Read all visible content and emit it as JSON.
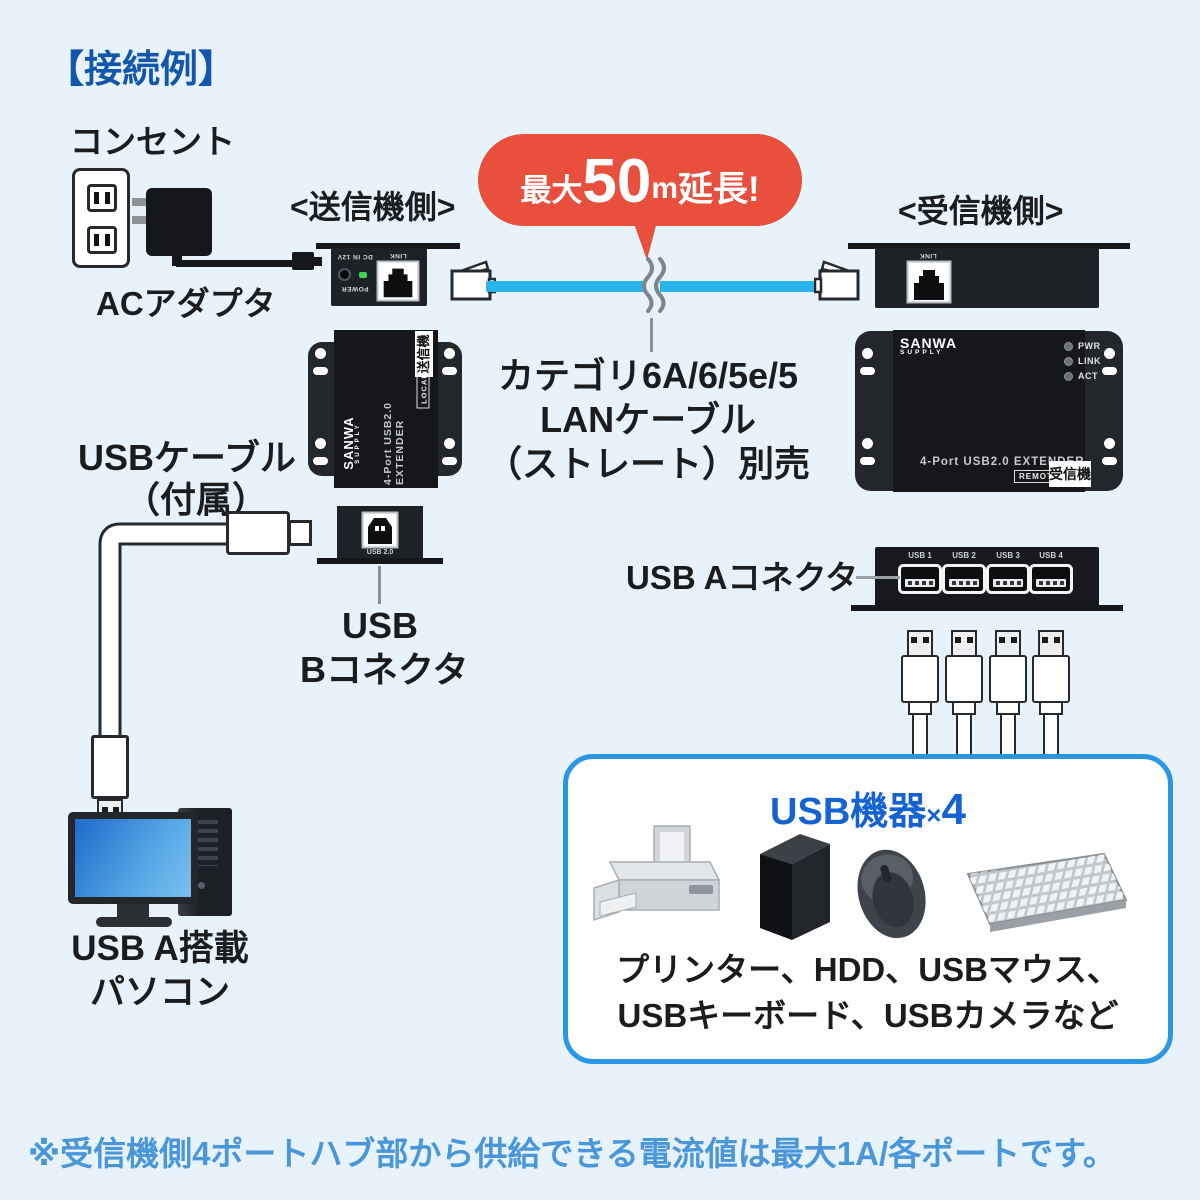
{
  "title": "【接続例】",
  "bubble": {
    "prefix": "最大",
    "value": "50",
    "unit": "m",
    "suffix": "延長!"
  },
  "labels": {
    "outlet": "コンセント",
    "ac_adapter": "ACアダプタ",
    "transmitter_side": "<送信機側>",
    "receiver_side": "<受信機側>",
    "lan_cable": [
      "カテゴリ6A/6/5e/5",
      "LANケーブル",
      "（ストレート）別売"
    ],
    "usb_cable": [
      "USBケーブル",
      "（付属）"
    ],
    "usb_b_connector": [
      "USB",
      "Bコネクタ"
    ],
    "usb_a_connector": "USB Aコネクタ",
    "pc": [
      "USB A搭載",
      "パソコン"
    ],
    "footnote": "※受信機側4ポートハブ部から供給できる電流値は最大1A/各ポートです。"
  },
  "transmitter": {
    "brand": "SANWA",
    "brand_sub": "SUPPLY",
    "model": "4-Port USB2.0 EXTENDER",
    "tag": "送信機",
    "badge": "LOCAL",
    "panel": {
      "dc": "DC IN 12V",
      "power": "POWER",
      "link": "LINK"
    },
    "usb_port_label": "USB 2.0"
  },
  "receiver": {
    "brand": "SANWA",
    "brand_sub": "SUPPLY",
    "model": "4-Port USB2.0 EXTENDER",
    "tag": "受信機",
    "badge": "REMOTE",
    "panel": {
      "link": "LINK"
    },
    "leds": [
      "PWR",
      "LINK",
      "ACT"
    ],
    "ports": [
      "USB 1",
      "USB 2",
      "USB 3",
      "USB 4"
    ]
  },
  "devices_box": {
    "title_main": "USB機器",
    "title_times": "×",
    "title_count": "4",
    "caption": [
      "プリンター、HDD、USBマウス、",
      "USBキーボード、USBカメラなど"
    ]
  },
  "colors": {
    "background": "#e7f2fa",
    "accent_blue": "#1456ac",
    "title_blue": "#1563d2",
    "note_blue": "#4a96da",
    "bubble_red": "#e84f3c",
    "cable_cyan": "#2ab4e9",
    "box_border": "#2b96e4"
  }
}
